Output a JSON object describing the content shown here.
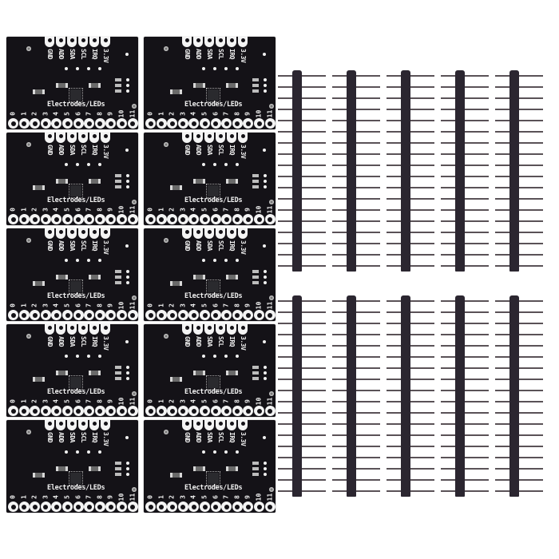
{
  "scene": {
    "description": "Product photo: 10 black capacitive touch sensor breakout boards and 10 black single-row male pin header strips on white background",
    "background_color": "#ffffff",
    "board_color": "#141217",
    "header_color": "#2b2630"
  },
  "boards": {
    "count": 10,
    "columns_x": [
      8,
      180
    ],
    "rows_y": [
      46,
      166,
      286,
      406,
      526
    ],
    "title": "Electrodes/LEDs",
    "top_labels": [
      "GND",
      "ADD",
      "SDA",
      "SCL",
      "IRQ",
      "3.3V"
    ],
    "bottom_labels": [
      "0",
      "1",
      "2",
      "3",
      "4",
      "5",
      "6",
      "7",
      "8",
      "9",
      "10",
      "11"
    ]
  },
  "headers": {
    "count": 10,
    "columns_x": [
      348,
      416,
      484,
      552,
      620
    ],
    "rows_y": [
      88,
      370
    ],
    "pins_per_strip": 18,
    "pin_pitch": 14
  }
}
